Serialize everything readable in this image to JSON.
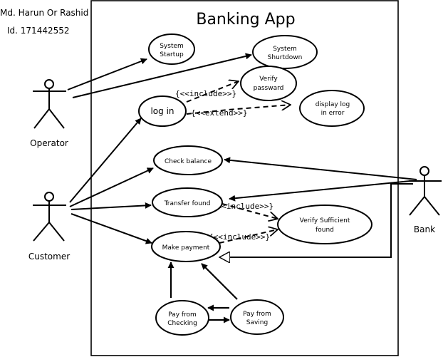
{
  "author": {
    "name": "Md. Harun Or Rashid",
    "id": "Id. 171442552"
  },
  "system": {
    "title": "Banking App"
  },
  "actors": {
    "operator": "Operator",
    "customer": "Customer",
    "bank": "Bank"
  },
  "use_cases": {
    "system_startup": [
      "System",
      "Startup"
    ],
    "system_shutdown": [
      "System",
      "Shurtdown"
    ],
    "verify_password": [
      "Verify",
      "passward"
    ],
    "log_in": [
      "log in"
    ],
    "display_log_error": [
      "display log",
      "in error"
    ],
    "check_balance": [
      "Check balance"
    ],
    "transfer_found": [
      "Transfer found"
    ],
    "verify_sufficient": [
      "Verify Sufficient",
      "found"
    ],
    "make_payment": [
      "Make payment"
    ],
    "pay_checking": [
      "Pay from",
      "Checking"
    ],
    "pay_saving": [
      "Pay from",
      "Saving"
    ]
  },
  "stereotypes": {
    "login_verify": "{<<include>>}",
    "login_display": "{<<extend>>}",
    "transfer_verify": "{<<include>>}",
    "payment_verify": "{<<include>>}"
  }
}
